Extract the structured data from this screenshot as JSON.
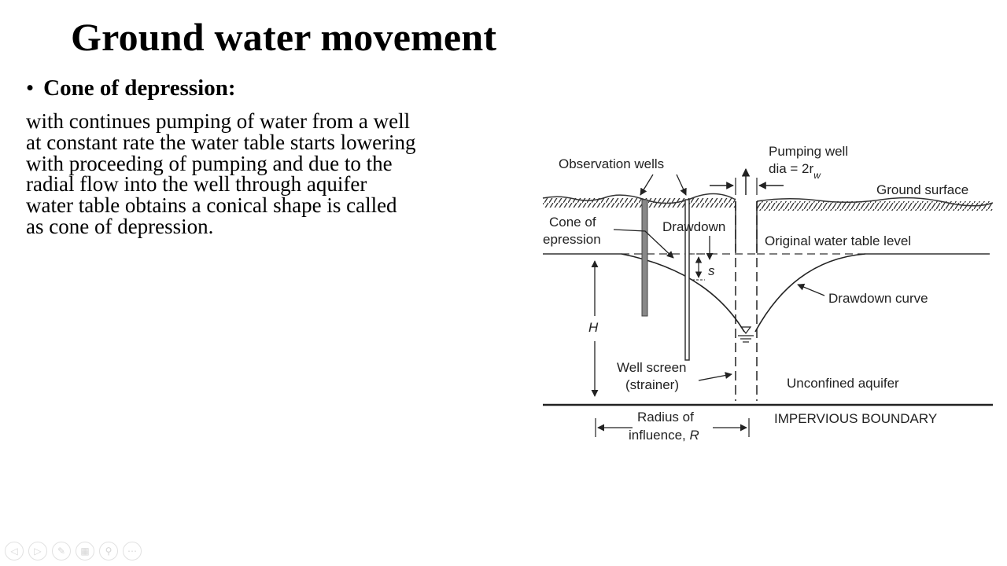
{
  "slide": {
    "title": "Ground water movement",
    "bullet_heading": "Cone of depression:",
    "body_lines": [
      "with continues pumping of water from a well",
      "at constant rate the water table starts lowering",
      "with proceeding of pumping and due to the",
      "radial flow into the well through aquifer",
      "water table obtains a conical shape is called",
      "as cone of depression."
    ]
  },
  "diagram": {
    "labels": {
      "observation_wells": "Observation wells",
      "pumping_well": "Pumping well",
      "pumping_well_dia": "dia = 2r",
      "pumping_well_dia_sub": "w",
      "ground_surface": "Ground surface",
      "cone_line1": "Cone of",
      "cone_line2": "epression",
      "drawdown": "Drawdown",
      "original_water_table": "Original water table level",
      "s": "s",
      "drawdown_curve": "Drawdown curve",
      "H": "H",
      "well_screen_line1": "Well screen",
      "well_screen_line2": "(strainer)",
      "unconfined_aquifer": "Unconfined aquifer",
      "radius_line1": "Radius of",
      "radius_line2": "influence,",
      "radius_R": "R",
      "impervious_boundary": "IMPERVIOUS BOUNDARY"
    }
  },
  "toolbar": {
    "prev": "◁",
    "next": "▷",
    "pen": "✎",
    "slides": "▦",
    "zoom": "⚲",
    "more": "⋯"
  }
}
